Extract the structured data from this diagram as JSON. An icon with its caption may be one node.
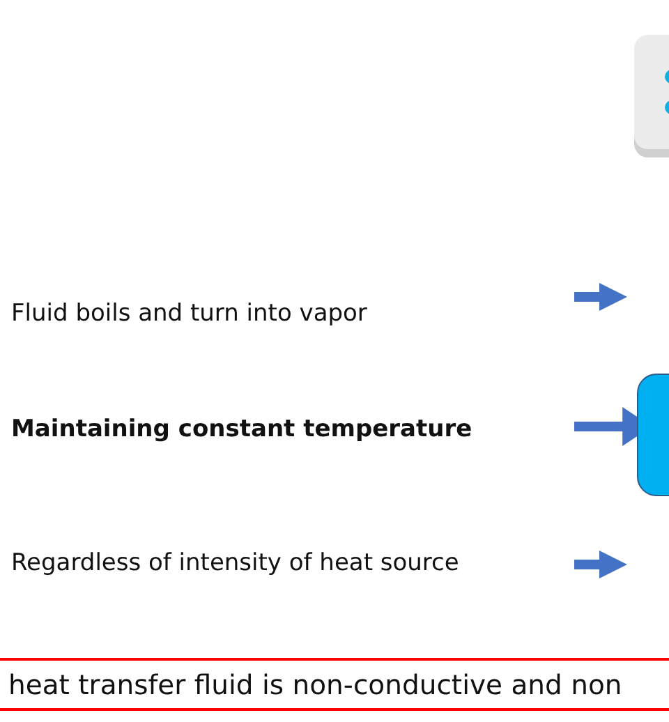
{
  "diagram": {
    "nodes": [
      {
        "text": [
          "Fluid boils and turn into vapor"
        ]
      },
      {
        "text": [
          "Maintaining constant temperature"
        ]
      },
      {
        "text": [
          "Regardless of intensity of heat source"
        ]
      },
      {
        "text": [],
        "shape": "box"
      },
      {
        "text": [
          "heat transfer fluid is non-conductive and non"
        ]
      }
    ],
    "edges": [
      {
        "from": null,
        "to": 3,
        "arrow": "to"
      }
    ]
  }
}
